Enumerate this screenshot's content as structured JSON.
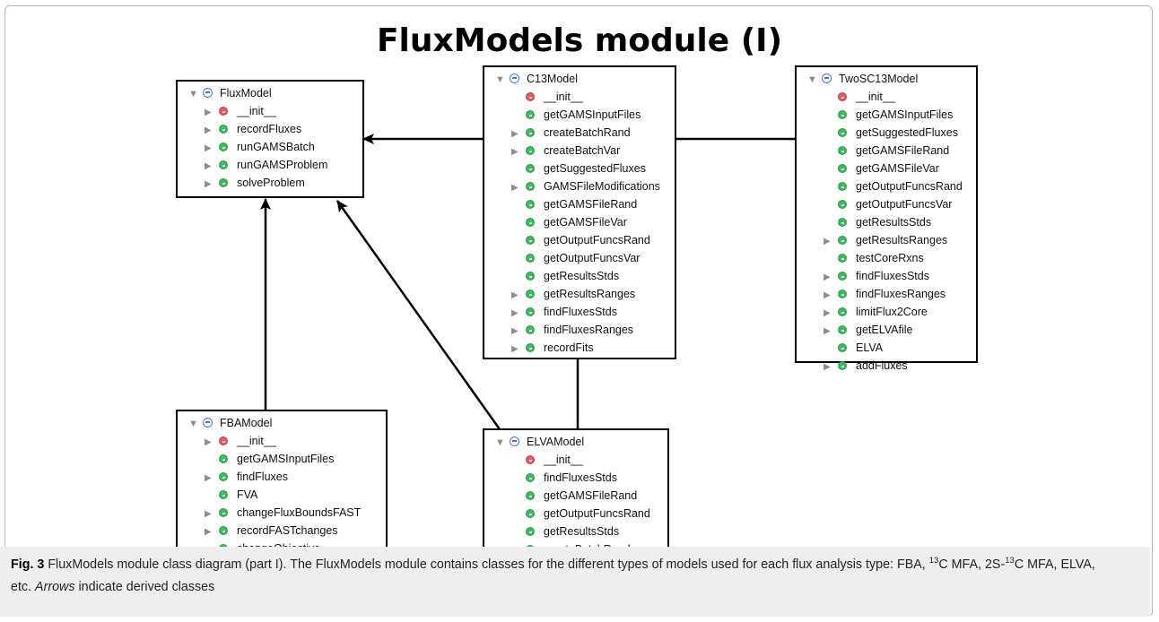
{
  "title": "FluxModels module (I)",
  "icons": {
    "expanded": "expand-down-triangle",
    "collapsed": "collapse-right-triangle",
    "class_icon": "blue-circle-class-icon",
    "public_method": "green-method-icon",
    "private_method": "red-private-method-icon"
  },
  "colors": {
    "public_method": "#3fba61",
    "private_method": "#e25c62",
    "class_icon": "#4a74d8",
    "caption_bg": "#eeeeee"
  },
  "classes": {
    "fluxmodel": {
      "name": "FluxModel",
      "methods": [
        {
          "name": "__init__",
          "expandable": true,
          "kind": "private"
        },
        {
          "name": "recordFluxes",
          "expandable": true,
          "kind": "public"
        },
        {
          "name": "runGAMSBatch",
          "expandable": true,
          "kind": "public"
        },
        {
          "name": "runGAMSProblem",
          "expandable": true,
          "kind": "public"
        },
        {
          "name": "solveProblem",
          "expandable": true,
          "kind": "public"
        }
      ]
    },
    "c13model": {
      "name": "C13Model",
      "methods": [
        {
          "name": "__init__",
          "expandable": false,
          "kind": "private"
        },
        {
          "name": "getGAMSInputFiles",
          "expandable": false,
          "kind": "public"
        },
        {
          "name": "createBatchRand",
          "expandable": true,
          "kind": "public"
        },
        {
          "name": "createBatchVar",
          "expandable": true,
          "kind": "public"
        },
        {
          "name": "getSuggestedFluxes",
          "expandable": false,
          "kind": "public"
        },
        {
          "name": "GAMSFileModifications",
          "expandable": true,
          "kind": "public"
        },
        {
          "name": "getGAMSFileRand",
          "expandable": false,
          "kind": "public"
        },
        {
          "name": "getGAMSFileVar",
          "expandable": false,
          "kind": "public"
        },
        {
          "name": "getOutputFuncsRand",
          "expandable": false,
          "kind": "public"
        },
        {
          "name": "getOutputFuncsVar",
          "expandable": false,
          "kind": "public"
        },
        {
          "name": "getResultsStds",
          "expandable": false,
          "kind": "public"
        },
        {
          "name": "getResultsRanges",
          "expandable": true,
          "kind": "public"
        },
        {
          "name": "findFluxesStds",
          "expandable": true,
          "kind": "public"
        },
        {
          "name": "findFluxesRanges",
          "expandable": true,
          "kind": "public"
        },
        {
          "name": "recordFits",
          "expandable": true,
          "kind": "public"
        }
      ]
    },
    "twosc13model": {
      "name": "TwoSC13Model",
      "methods": [
        {
          "name": "__init__",
          "expandable": false,
          "kind": "private"
        },
        {
          "name": "getGAMSInputFiles",
          "expandable": false,
          "kind": "public"
        },
        {
          "name": "getSuggestedFluxes",
          "expandable": false,
          "kind": "public"
        },
        {
          "name": "getGAMSFileRand",
          "expandable": false,
          "kind": "public"
        },
        {
          "name": "getGAMSFileVar",
          "expandable": false,
          "kind": "public"
        },
        {
          "name": "getOutputFuncsRand",
          "expandable": false,
          "kind": "public"
        },
        {
          "name": "getOutputFuncsVar",
          "expandable": false,
          "kind": "public"
        },
        {
          "name": "getResultsStds",
          "expandable": false,
          "kind": "public"
        },
        {
          "name": "getResultsRanges",
          "expandable": true,
          "kind": "public"
        },
        {
          "name": "testCoreRxns",
          "expandable": false,
          "kind": "public"
        },
        {
          "name": "findFluxesStds",
          "expandable": true,
          "kind": "public"
        },
        {
          "name": "findFluxesRanges",
          "expandable": true,
          "kind": "public"
        },
        {
          "name": "limitFlux2Core",
          "expandable": true,
          "kind": "public"
        },
        {
          "name": "getELVAfile",
          "expandable": true,
          "kind": "public"
        },
        {
          "name": "ELVA",
          "expandable": false,
          "kind": "public"
        },
        {
          "name": "addFluxes",
          "expandable": true,
          "kind": "public"
        }
      ]
    },
    "fbamodel": {
      "name": "FBAModel",
      "methods": [
        {
          "name": "__init__",
          "expandable": true,
          "kind": "private"
        },
        {
          "name": "getGAMSInputFiles",
          "expandable": false,
          "kind": "public"
        },
        {
          "name": "findFluxes",
          "expandable": true,
          "kind": "public"
        },
        {
          "name": "FVA",
          "expandable": false,
          "kind": "public"
        },
        {
          "name": "changeFluxBoundsFAST",
          "expandable": true,
          "kind": "public"
        },
        {
          "name": "recordFASTchanges",
          "expandable": true,
          "kind": "public"
        },
        {
          "name": "changeObjective",
          "expandable": false,
          "kind": "public"
        }
      ]
    },
    "elvamodel": {
      "name": "ELVAModel",
      "methods": [
        {
          "name": "__init__",
          "expandable": false,
          "kind": "private"
        },
        {
          "name": "findFluxesStds",
          "expandable": false,
          "kind": "public"
        },
        {
          "name": "getGAMSFileRand",
          "expandable": false,
          "kind": "public"
        },
        {
          "name": "getOutputFuncsRand",
          "expandable": false,
          "kind": "public"
        },
        {
          "name": "getResultsStds",
          "expandable": false,
          "kind": "public"
        },
        {
          "name": "createBatchRand",
          "expandable": true,
          "kind": "public"
        }
      ]
    }
  },
  "relations": [
    {
      "from": "C13Model",
      "to": "FluxModel",
      "type": "inherits"
    },
    {
      "from": "FBAModel",
      "to": "FluxModel",
      "type": "inherits"
    },
    {
      "from": "ELVAModel",
      "to": "FluxModel",
      "type": "inherits"
    },
    {
      "from": "C13Model",
      "to": "TwoSC13Model",
      "type": "line"
    },
    {
      "from": "C13Model",
      "to": "ELVAModel",
      "type": "line"
    }
  ],
  "caption": {
    "fig_label": "Fig. 3",
    "part1": " FluxModels module class diagram (part I). The FluxModels module contains classes for the different types of models used for each flux analysis type: FBA, ",
    "sup1": "13",
    "part2": "C MFA, 2S-",
    "sup2": "13",
    "part3": "C MFA, ELVA, etc. ",
    "italic": "Arrows",
    "part4": " indicate derived classes"
  }
}
